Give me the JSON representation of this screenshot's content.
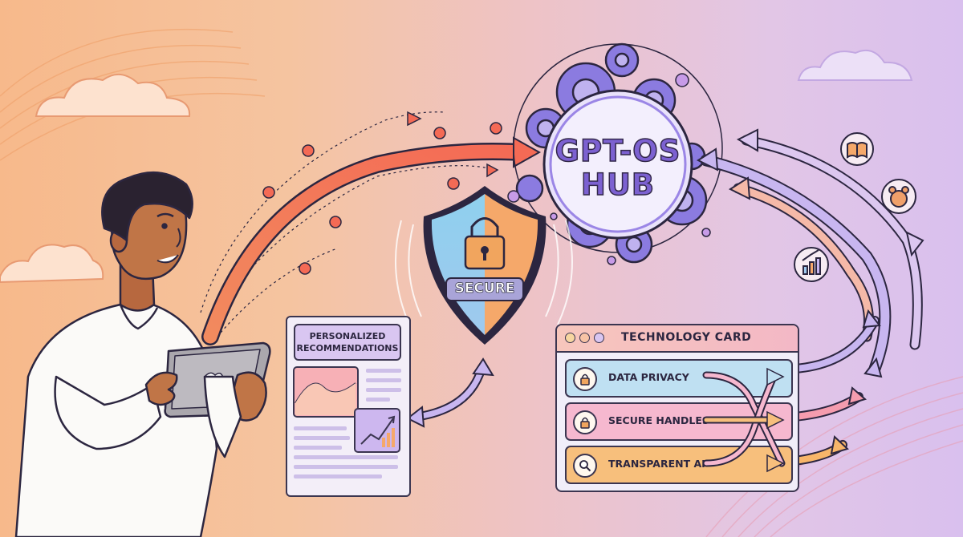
{
  "hub": {
    "line1": "GPT-OS",
    "line2": "HUB"
  },
  "shield": {
    "label": "SECURE"
  },
  "recommendations": {
    "title": "PERSONALIZED RECOMMENDATIONS"
  },
  "technology_card": {
    "title": "TECHNOLOGY CARD",
    "rows": [
      {
        "label": "DATA PRIVACY",
        "icon": "lock-icon",
        "color": "#bfe0f2"
      },
      {
        "label": "SECURE HANDLES",
        "icon": "lock-icon",
        "color": "#f6b8cf"
      },
      {
        "label": "TRANSPARENT AI",
        "icon": "magnifier-icon",
        "color": "#f7bf7c"
      }
    ]
  },
  "colors": {
    "orange_flow": "#f47a55",
    "purple_flow": "#b9a3ea",
    "hub_text": "#7c61d1",
    "outline": "#3b3550"
  }
}
